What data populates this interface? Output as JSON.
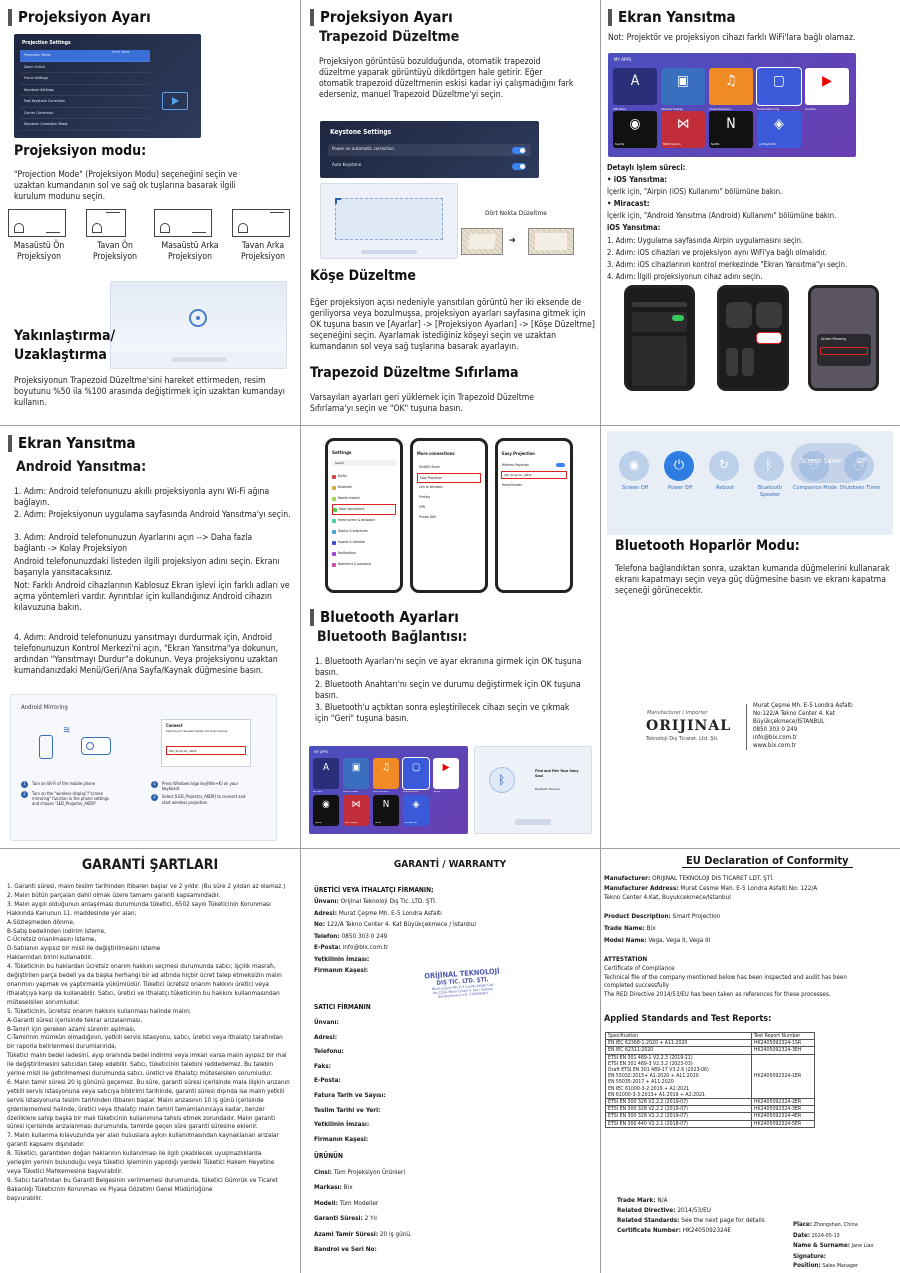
{
  "p1": {
    "title": "Projeksiyon Ayarı",
    "menu": {
      "title": "Projection Settings",
      "items": [
        "Projection Mode",
        "Zoom In/Out",
        "Focus Settings",
        "Keystone Settings",
        "Fast Keystone Correction",
        "Corner Correction",
        "Keystone Correction Reset"
      ],
      "selected_value": "Front Table"
    },
    "mode_heading": "Projeksiyon modu:",
    "mode_text": "\"Projection Mode\" (Projeksiyon Modu) seçeneğini seçin ve uzaktan kumandanın sol ve sağ ok tuşlarına basarak ilgili kurulum modunu seçin.",
    "modes": [
      "Masaüstü Ön Projeksiyon",
      "Tavan Ön Projeksiyon",
      "Masaüstü Arka Projeksiyon",
      "Tavan Arka Projeksiyon"
    ],
    "zoom_heading": "Yakınlaştırma/ Uzaklaştırma",
    "zoom_text": "Projeksiyonun Trapezoid Düzeltme'sini hareket ettirmeden, resim boyutunu %50 ila %100 arasında değiştirmek için uzaktan kumandayı kullanın."
  },
  "p2": {
    "title": "Projeksiyon Ayarı",
    "subtitle": "Trapezoid Düzeltme",
    "text": "Projeksiyon görüntüsü bozulduğunda, otomatik trapezoid düzeltme yaparak görüntüyü dikdörtgen hale getirir. Eğer otomatik trapezoid düzeltmenin eskisi kadar iyi çalışmadığını fark ederseniz, manuel Trapezoid Düzeltme'yi seçin.",
    "keystone": {
      "title": "Keystone Settings",
      "opt1": "Power on automatic correction",
      "opt2": "Auto Keystone"
    },
    "four_point": "Dört Nokta Düzeltme",
    "corner_heading": "Köşe Düzeltme",
    "corner_text": "Eğer projeksiyon açısı nedeniyle yansıtılan görüntü her iki eksende de geriliyorsa veya bozulmuşsa, projeksiyon ayarları sayfasına gitmek için OK tuşuna basın ve [Ayarlar] -> [Projeksiyon Ayarları] -> [Köşe Düzeltme] seçeneğini seçin. Ayarlamak istediğiniz köşeyi seçin ve uzaktan kumandanın sol veya sağ tuşlarına basarak ayarlayın.",
    "reset_heading": "Trapezoid Düzeltme Sıfırlama",
    "reset_text": "Varsayılan ayarları geri yüklemek için Trapezoid Düzeltme Sıfırlama'yı seçin ve \"OK\" tuşuna basın."
  },
  "p3": {
    "title": "Ekran Yansıtma",
    "note": "Not: Projektör ve projeksiyon cihazı farklı WiFi'lara bağlı olamaz.",
    "apps_label": "MY APPS",
    "apps": [
      "APP Store",
      "Wireless Display",
      "Smart Projection",
      "Screen Mirroring",
      "YouTube",
      "Spotify",
      "NPR Projector",
      "Netflix",
      "AirPlayDLNA"
    ],
    "detail_heading": "Detaylı işlem süreci:",
    "ios_bullet": "• iOS Yansıtma:",
    "ios_bullet_text": "İçerik için, \"Airpin (iOS) Kullanımı\" bölümüne bakın.",
    "mira_bullet": "• Miracast:",
    "mira_bullet_text": "İçerik için, \"Android Yansıtma (Android) Kullanımı\" bölümüne bakın.",
    "ios_heading": "iOS Yansıtma:",
    "steps": [
      "1. Adım: Uygulama sayfasında Airpin uygulamasını seçin.",
      "2. Adım: iOS cihazları ve projeksiyon aynı WiFi'ya bağlı olmalıdır.",
      "3. Adım: iOS cihazlarının kontrol merkezinde \"Ekran Yansıtma\"yı seçin.",
      "4. Adım: İlgili projeksiyonun cihaz adını seçin."
    ],
    "mirror_popup": "Screen Mirroring"
  },
  "p4": {
    "title": "Ekran Yansıtma",
    "subtitle": "Android Yansıtma:",
    "text1": "1. Adım: Android telefonunuzu akıllı projeksiyonla aynı Wi-Fi ağına bağlayın.",
    "text2": "2. Adım: Projeksiyonun uygulama sayfasında Android Yansıtma'yı seçin.",
    "text3": "3. Adım: Android telefonunuzun Ayarlarını açın --> Daha fazla bağlantı -> Kolay Projeksiyon",
    "text3b": "Android telefonunuzdaki listeden ilgili projeksiyon adını seçin. Ekranı başarıyla yansıtacaksınız.",
    "text3c": "Not: Farklı Android cihazlarının Kablosuz Ekran işlevi için farklı adları ve açma yöntemleri vardır. Ayrıntılar için kullandığınız Android cihazın kılavuzuna bakın.",
    "text4": "4. Adım: Android telefonunuzu yansıtmayı durdurmak için, Android telefonunuzun Kontrol Merkezi'ni açın, \"Ekran Yansıtma\"ya dokunun, ardından \"Yansıtmayı Durdur\"a dokunun. Veya projeksiyonu uzaktan kumandanızdaki Menü/Geri/Ana Sayfa/Kaynak düğmesine basın.",
    "mirroring": {
      "title": "Android Mirroring",
      "s1": "Turn on Wi-Fi of the mobile phone",
      "s2": "Turn on the \"wireless display\"/\"screen mirroring\" function in the phone settings and choose \"LED_Projector_A6D9\"",
      "s3": "Press Windows logo key[Win+K] on your keyboard",
      "s4": "Select [LED_Projector_A6D9] to connect and start wireless projection",
      "win_title": "Connect",
      "win_text": "Searching for wireless display and audio devices",
      "win_dev": "LED_Projector_A6D9"
    }
  },
  "p5": {
    "phones": {
      "a_title": "Settings",
      "a_items": [
        "WLAN",
        "Bluetooth",
        "Mobile network",
        "More connections",
        "Home screen & wallpaper",
        "Display & brightness",
        "Sounds & vibration",
        "Notifications",
        "Biometrics & password"
      ],
      "a_search": "Search",
      "b_title": "More connections",
      "b_items": [
        "HUAWEI Share",
        "Easy Projection",
        "Link to Windows",
        "Printing",
        "VPN",
        "Private DNS"
      ],
      "c_title": "Easy Projection",
      "c_item1": "Wireless Projection",
      "c_device": "LED_Projector_A6D9",
      "c_item2": "Home theater"
    },
    "title": "Bluetooth Ayarları",
    "subtitle": "Bluetooth Bağlantısı:",
    "steps": [
      "1. Bluetooth Ayarları'nı seçin ve ayar ekranına girmek için OK tuşuna basın.",
      "2. Bluetooth Anahtarı'nı seçin ve durumu değiştirmek için OK tuşuna basın.",
      "3. Bluetooth'u açtıktan sonra eşleştirilecek cihazı seçin ve çıkmak için \"Geri\" tuşuna basın."
    ],
    "apps_label": "MY APPS",
    "bt_screen": {
      "title": "Find and Pair Your Sony Soul",
      "desc": "Bluetooth Devices"
    }
  },
  "p6": {
    "buttons": [
      "Screen Off",
      "Power Off",
      "Reboot",
      "Bluetooth Speaker",
      "Companion Mode",
      "Shutdown Timer"
    ],
    "bubble": "Screen Saver",
    "bubble_short": "Off",
    "heading": "Bluetooth Hoparlör Modu:",
    "text": "Telefona bağlandıktan sonra, uzaktan kumanda düğmelerini kullanarak ekranı kapatmayı seçin veya güç düğmesine basın ve ekranı kapatma seçeneği görünecektir.",
    "logo_caption": "Manufacturer / Importer",
    "logo_word": "ORIJINAL",
    "logo_sub": "Teknoloji Dış Ticaret. Ltd. Şti.",
    "address_lines": [
      "Murat Çeşme Mh. E-5 Londra Asfaltı",
      "No:122/A Tekno Center 4. Kat",
      "Büyükçekmece/İSTANBUL",
      "0850 303 0 249",
      "info@bix.com.tr",
      "www.bix.com.tr"
    ]
  },
  "p7": {
    "title": "GARANTİ ŞARTLARI",
    "lines": [
      "1. Garanti süresi, malın teslim tarihinden itibaren başlar ve 2 yıldır. (Bu süre 2 yıldan az olamaz.)",
      "2. Malın bütün parçaları dahil olmak üzere tamamı garanti kapsamındadır.",
      "3. Malın ayıplı olduğunun anlaşılması durumunda tüketici, 6502 sayılı Tüketicinin Korunması",
      "Hakkında Kanunun 11. maddesinde yer alan;",
      "A-Sözleşmeden dönme,",
      "B-Satış bedelinden indirim isteme,",
      "C-Ücretsiz onarılmasını isteme,",
      "D-Satılanın ayıpsız bir misli ile değiştirilmesini isteme",
      "Haklarından birini kullanabilir.",
      "4. Tüketicinin bu haklardan ücretsiz onarım hakkını seçmesi durumunda satıcı; işçilik masrafı,",
      "değiştirilen parça bedeli ya da başka herhangi bir ad altında hiçbir ücret talep etmeksizin malın",
      "onarımını yapmak ve yaptırmakla yükümlüdür. Tüketici ücretsiz onarım hakkını üretici veya",
      "ithalatçıya karşı da kullanabilir. Satıcı, üretici ve ithalatçı tüketicinin bu hakkını kullanmasından",
      "müteselsilen sorumludur.",
      "5. Tüketicinin, ücretsiz onarım hakkını kullanması halinde malın;",
      "A-Garanti süresi içerisinde tekrar arızalanması,",
      "B-Tamiri için gereken azami sürenin aşılması,",
      "C-Tamirinin mümkün olmadığının, yetkili servis istasyonu, satıcı, üretici veya ithalatçı tarafından",
      "bir raporla belirlenmesi durumlarında,",
      "Tüketici malın bedel iadesini, ayıp oranında bedel indirimi veya imkan varsa malın ayıpsız bir mal",
      "ile değiştirilmesini satıcıdan talep edebilir. Satıcı, tüketicinin talebini reddedemez. Bu talebin",
      "yerine misli ile getirilmemesi durumunda satıcı, üretici ve ithalatçı müteselsilen sorumludur.",
      "6. Malın tamir süresi 20 iş gününü geçemez. Bu süre, garanti süresi içerisinde mala ilişkin arızanın",
      "yetkili servis istasyonuna veya satıcıya bildirimi tarihinde, garanti süresi dışında ise malın yetkili",
      "servis istasyonuna teslim tarihinden itibaren başlar. Malın arızasının 10 iş günü içerisinde",
      "giderilememesi halinde, üretici veya ithalatçı malın tamiri tamamlanıncaya kadar, benzer",
      "özelliklere sahip başka bir malı tüketicinin kullanımına tahsis etmek zorundadır. Malın garanti",
      "süresi içerisinde arızalanması durumunda, tamirde geçen süre garanti süresine eklenir.",
      "7. Malın kullanma kılavuzunda yer alan hususlara aykırı kullanılmasından kaynaklanan arızalar",
      "garanti kapsamı dışındadır.",
      "8. Tüketici, garantiden doğan haklarının kullanılması ile ilgili çıkabilecek uyuşmazlıklarda",
      "yerleşim yerinin bulunduğu veya tüketici işleminin yapıldığı yerdeki Tüketici Hakem Heyetine",
      "veya Tüketici Mahkemesine başvurabilir.",
      "9. Satıcı tarafından bu Garanti Belgesinin verilmemesi durumunda, tüketici Gümrük ve Ticaret",
      "Bakanlığı Tüketicinin Korunması ve Piyasa Gözetimi Genel Müdürlüğüne",
      "başvurabilir."
    ]
  },
  "p8": {
    "title": "GARANTİ / WARRANTY",
    "importer_heading": "ÜRETİCİ VEYA İTHALATÇI FİRMANIN;",
    "rows": [
      {
        "k": "Ünvanı:",
        "v": " Orijinal Teknoloji Dış Tic. LTD. ŞTİ."
      },
      {
        "k": "Adresi:",
        "v": " Murat Çeşme Mh. E-5 Londra Asfaltı"
      },
      {
        "k": "No:",
        "v": " 122/A Tekno Center 4. Kat Büyükçekmece / İstanbul"
      },
      {
        "k": "Telefon:",
        "v": " 0850 303 0 249"
      },
      {
        "k": "E-Posta:",
        "v": " info@bix.com.tr"
      },
      {
        "k": "Yetkilinin İmzası:",
        "v": ""
      },
      {
        "k": "Firmanın Kaşesi:",
        "v": ""
      }
    ],
    "seller_heading": "SATICI FİRMANIN",
    "seller_rows": [
      "Ünvanı:",
      "Adresi:",
      "Telefonu:",
      "Faks:",
      "E-Posta:",
      "Fatura Tarih ve Sayısı:",
      "Teslim Tarihi ve Yeri:",
      "Yetkilinin İmzası:",
      "Firmanın Kaşesi:"
    ],
    "product_heading": "ÜRÜNÜN",
    "product_rows": [
      {
        "k": "Cinsi:",
        "v": " Tüm Projeksiyon Ürünleri"
      },
      {
        "k": "Markası:",
        "v": " Bix"
      },
      {
        "k": "Modeli:",
        "v": " Tüm Modeller"
      },
      {
        "k": "Garanti Süresi:",
        "v": " 2 Yıl"
      },
      {
        "k": "Azami Tamir Süresi:",
        "v": " 20 iş günü."
      },
      {
        "k": "Bandrol ve Seri No:",
        "v": ""
      }
    ],
    "stamp_line1": "ORİJİNAL TEKNOLOJİ",
    "stamp_line2": "DIŞ TİC. LTD. ŞTİ.",
    "stamp_line3": "Murat Çeşme Mh. E-5 Londra Asfaltı Cad.",
    "stamp_line4": "No:122/A Tekno Center 4. Kat / İstanbul",
    "stamp_line5": "Büyükçekmece V.D. 7700594971"
  },
  "p9": {
    "title": "EU Declaration of Conformity",
    "manufacturer_k": "Manufacturer:",
    "manufacturer_v": " ORIJINAL TEKNOLOJI DIS TICARET LDT. ŞTİ.",
    "address_k": "Manufacturer Address:",
    "address_v": " Murat Cesme Mah. E-5 Londra Asfalti No: 122/A",
    "address_v2": "Tekno Center 4.Kat, Buyukcekmece/Istanbul",
    "desc_k": "Product Description:",
    "desc_v": " Smart Projection",
    "trade_k": "Trade Name:",
    "trade_v": " Bix",
    "model_k": "Model Name:",
    "model_v": " Vega, Vega II, Vega III",
    "attestation": "ATTESTATION",
    "att_lines": [
      "Certificate of Compliance",
      "Technical file of the company mentioned below has been inspected and audit has been",
      "completed successfully",
      "The RED Directive 2014/53/EU has been taken as references for these processes."
    ],
    "standards_heading": "Applied Standards and Test Reports:",
    "table_head": [
      "Specification",
      "Test Report Number"
    ],
    "table_rows": [
      {
        "spec": [
          "EN IEC 62368-1:2020 + A11:2020"
        ],
        "rep": "HK2405092324-1SR"
      },
      {
        "spec": [
          "EN IEC 62311:2020"
        ],
        "rep": "HK2405092324-3EH"
      },
      {
        "spec": [
          "ETSI EN 301 489-1 V2.2.3 (2019-11)",
          "ETSI EN 301 489-3 V2.3.2 (2023-03)",
          "Draft ETSI EN 301 489-17 V3.2.6 (2023-06)",
          "EN 55032:2015+ A1:2020 + A11:2020",
          "EN 55035:2017 + A11:2020",
          "EN IEC 61000-3-2:2019 + A1:2021",
          "EN 61000-3-3:2013+ A1:2019 + A2:2021"
        ],
        "rep": "HK2405092324-1ER"
      },
      {
        "spec": [
          "ETSI EN 300 328 V2.2.2 (2019-07)"
        ],
        "rep": "HK2405092324-2ER"
      },
      {
        "spec": [
          "ETSI EN 300 328 V2.2.2 (2019-07)"
        ],
        "rep": "HK2405092324-3ER"
      },
      {
        "spec": [
          "ETSI EN 300 328 V2.2.2 (2019-07)"
        ],
        "rep": "HK2405092324-4ER"
      },
      {
        "spec": [
          "ETSI EN 300 440 V2.2.1 (2018-07)"
        ],
        "rep": "HK2405092324-5ER"
      }
    ],
    "trademark_k": "Trade Mark:",
    "trademark_v": " N/A",
    "directive_k": "Related Directive:",
    "directive_v": " 2014/53/EU",
    "relstd_k": "Related Standards:",
    "relstd_v": " See the next page for details",
    "cert_k": "Certificate Number:",
    "cert_v": " HK2405092324E",
    "place_k": "Place:",
    "place_v": " Zhongshan, China",
    "date_k": "Date:",
    "date_v": " 2024-05-13",
    "name_k": "Name & Surname:",
    "name_v": " Jane Liao",
    "sig_k": "Signature:",
    "pos_k": "Position:",
    "pos_v": " Sales Manager"
  }
}
